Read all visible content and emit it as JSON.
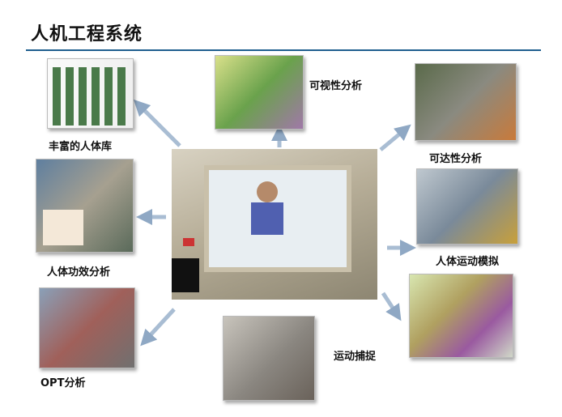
{
  "title": "人机工程系统",
  "accent_color": "#1f5f8f",
  "modules": {
    "visibility": "可视性分析",
    "human_library": "丰富的人体库",
    "reachability": "可达性分析",
    "ergonomics": "人体功效分析",
    "motion_simulation": "人体运动模拟",
    "opt": "OPT分析",
    "motion_capture": "运动捕捉"
  }
}
